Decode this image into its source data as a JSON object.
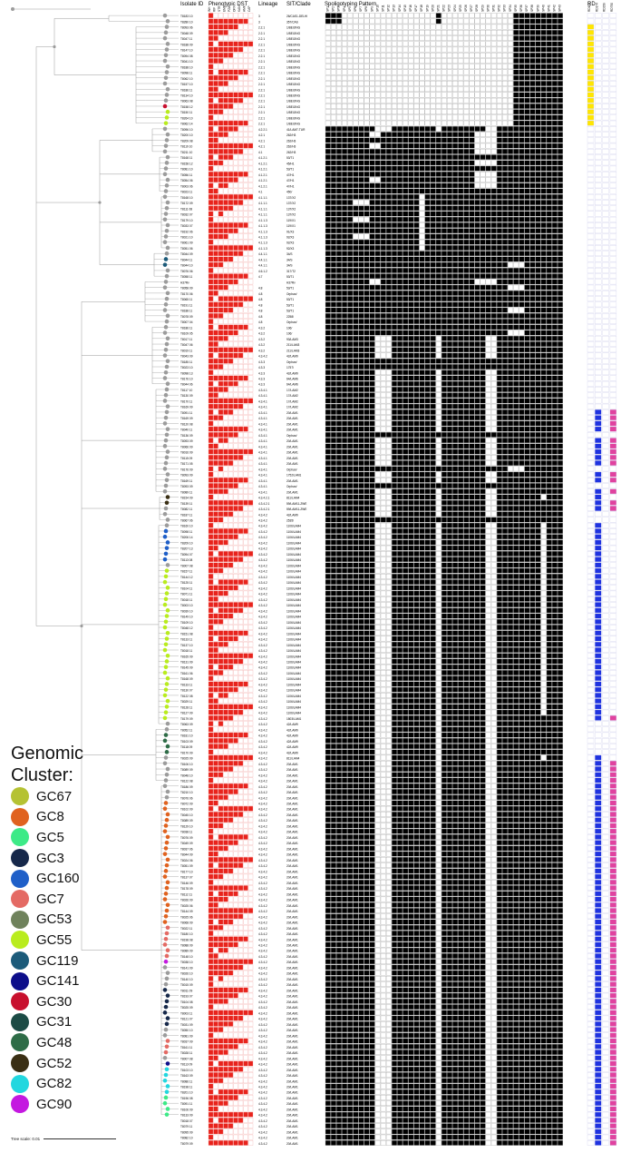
{
  "headers": {
    "isolate_id": "Isolate ID",
    "dst": "Phenotypic DST",
    "lineage": "Lineage",
    "sit": "SIT/Clade",
    "spoligo": "Spoligotyping Pattern",
    "rd": "RD"
  },
  "dst_drugs": [
    "INH",
    "RIF",
    "STR",
    "EMB",
    "PZA",
    "OFX",
    "KAN",
    "AMK",
    "CAP"
  ],
  "rd_columns": [
    "RD105",
    "RD174",
    "RD239",
    "RD750"
  ],
  "spacer_labels": [
    "SP1",
    "SP2",
    "SP3",
    "SP4",
    "SP5",
    "SP6",
    "SP7",
    "SP8",
    "SP9",
    "SP10",
    "SP11",
    "SP12",
    "SP13",
    "SP14",
    "SP15",
    "SP16",
    "SP17",
    "SP18",
    "SP19",
    "SP20",
    "SP21",
    "SP22",
    "SP23",
    "SP24",
    "SP25",
    "SP26",
    "SP27",
    "SP28",
    "SP29",
    "SP30",
    "SP31",
    "SP32",
    "SP33",
    "SP34",
    "SP35",
    "SP36",
    "SP37",
    "SP38",
    "SP39",
    "SP40",
    "SP41",
    "SP42",
    "SP43"
  ],
  "legend": {
    "title": "Genomic\nCluster:",
    "items": [
      {
        "label": "GC67",
        "color": "#b5c233"
      },
      {
        "label": "GC8",
        "color": "#e0621f"
      },
      {
        "label": "GC5",
        "color": "#3dea87"
      },
      {
        "label": "GC3",
        "color": "#16284a"
      },
      {
        "label": "GC160",
        "color": "#1f5fc8"
      },
      {
        "label": "GC7",
        "color": "#e46a64"
      },
      {
        "label": "GC53",
        "color": "#6f825c"
      },
      {
        "label": "GC55",
        "color": "#b9ec1e"
      },
      {
        "label": "GC119",
        "color": "#1c5b7a"
      },
      {
        "label": "GC141",
        "color": "#0d0e8a"
      },
      {
        "label": "GC30",
        "color": "#c8102e"
      },
      {
        "label": "GC31",
        "color": "#1c4b45"
      },
      {
        "label": "GC48",
        "color": "#2e6c47"
      },
      {
        "label": "GC52",
        "color": "#3a2f14"
      },
      {
        "label": "GC82",
        "color": "#22d7df"
      },
      {
        "label": "GC90",
        "color": "#c418e0"
      }
    ]
  },
  "tree_scale": "Tree scale: 0.01",
  "rows": [
    [
      "T8183 10",
      "3",
      "26/CAS1-DELHI"
    ],
    [
      "T8280 10",
      "3",
      "357/CAS"
    ],
    [
      "T8093 06",
      "2.2.1",
      "1/BEIJING"
    ],
    [
      "T8048 09",
      "2.2.1",
      "1/BEIJING"
    ],
    [
      "T8047 11",
      "2.2.1",
      "1/BEIJING"
    ],
    [
      "T8188 09",
      "2.2.1",
      "1/BEIJING"
    ],
    [
      "T8147 10",
      "2.2.1",
      "1/BEIJING"
    ],
    [
      "T8094 08",
      "2.2.1",
      "1/BEIJING"
    ],
    [
      "T8041 10",
      "2.2.1",
      "1/BEIJING"
    ],
    [
      "T8188 10",
      "2.2.1",
      "1/BEIJING"
    ],
    [
      "T8098 11",
      "2.2.1",
      "1/BEIJING"
    ],
    [
      "T8062 10",
      "2.2.1",
      "1/BEIJING"
    ],
    [
      "T8157 10",
      "2.2.1",
      "1/BEIJING"
    ],
    [
      "T8186 11",
      "2.2.1",
      "1/BEIJING"
    ],
    [
      "T8134 10",
      "2.2.1",
      "1/BEIJING"
    ],
    [
      "T8063 08",
      "2.2.1",
      "1/BEIJING"
    ],
    [
      "T8158 12",
      "2.2.1",
      "1/BEIJING"
    ],
    [
      "T8150 11",
      "2.2.1",
      "1/BEIJING"
    ],
    [
      "T8264 10",
      "2.2.1",
      "1/BEIJING"
    ],
    [
      "T8062 14",
      "2.2.1",
      "1/BEIJING"
    ],
    [
      "T8096 10",
      "4.2.2.1",
      "41/LAM7-TUR"
    ],
    [
      "T8200 10",
      "4.2.1",
      "262/H3"
    ],
    [
      "T8209 08",
      "4.2.1",
      "262/H3"
    ],
    [
      "T8119 10",
      "4.2.1",
      "262/H3"
    ],
    [
      "T8211 10",
      "4.1",
      "262/H3"
    ],
    [
      "T8168 11",
      "4.1.2.1",
      "53/T1"
    ],
    [
      "T8158 12",
      "4.1.2.1",
      "45/H1"
    ],
    [
      "T8081 10",
      "4.1.2.1",
      "53/T1"
    ],
    [
      "T8056 11",
      "4.1.2.1",
      "47/H1"
    ],
    [
      "T8054 06",
      "4.1.2.1",
      "47/H1"
    ],
    [
      "T8003 06",
      "4.1.2.1",
      "47/H1"
    ],
    [
      "T8023 11",
      "4.1",
      "450/"
    ],
    [
      "T8168 10",
      "4.1.1.1",
      "137/X2"
    ],
    [
      "T8172 09",
      "4.1.1.1",
      "137/X2"
    ],
    [
      "T8111 08",
      "4.1.1.1",
      "137/X2"
    ],
    [
      "T8032 07",
      "4.1.1.1",
      "137/X2"
    ],
    [
      "T8179 10",
      "4.1.1.3",
      "119/X1"
    ],
    [
      "T8033 07",
      "4.1.1.3",
      "119/X1"
    ],
    [
      "T8192 06",
      "4.1.1.3",
      "91/X3"
    ],
    [
      "T8021 10",
      "4.1.1.3",
      "92/X3"
    ],
    [
      "T8061 09",
      "4.1.1.3",
      "92/X3"
    ],
    [
      "T8051 06",
      "4.1.1.3",
      "92/X3"
    ],
    [
      "T8044 09",
      "4.4.1.1",
      "34/S"
    ],
    [
      "T8044 11",
      "4.4.1.1",
      "34/S"
    ],
    [
      "T8044 10",
      "4.4.1.1",
      "34/S"
    ],
    [
      "T8076 06",
      "4.6.1.2",
      "317/T2"
    ],
    [
      "T8058 11",
      "4.7",
      "53/T1"
    ],
    [
      "H37Rv",
      "",
      "H37Rv"
    ],
    [
      "T8058 09",
      "4.8",
      "53/T1"
    ],
    [
      "T8170 06",
      "4.8",
      "Orphan/"
    ],
    [
      "T8065 11",
      "4.8",
      "53/T1"
    ],
    [
      "T8191 11",
      "4.8",
      "53/T1"
    ],
    [
      "T8188 11",
      "4.8",
      "53/T1"
    ],
    [
      "T8078 09",
      "4.8",
      "2258/"
    ],
    [
      "T8007 04",
      "4.8",
      "Orphan/"
    ],
    [
      "T8186 11",
      "4.3.2",
      "106/"
    ],
    [
      "T8109 05",
      "4.3.2",
      "106/"
    ],
    [
      "T8017 11",
      "4.3.2",
      "93/LAM3"
    ],
    [
      "T8047 06",
      "4.3.2",
      "211/LAM3"
    ],
    [
      "T8019 11",
      "4.3.2",
      "211/LAM3"
    ],
    [
      "T8043 09",
      "4.3.4.2",
      "42/LAM9"
    ],
    [
      "T8185 11",
      "4.3.3",
      "Orphan/"
    ],
    [
      "T8023 10",
      "4.3.3",
      "1757/"
    ],
    [
      "T8098 13",
      "4.3.3",
      "42/LAM9"
    ],
    [
      "T8176 10",
      "4.3.3",
      "64/LAM6"
    ],
    [
      "T8044 06",
      "4.3.3",
      "64/LAM6"
    ],
    [
      "T8117 10",
      "4.3.4.1",
      "17/LAM2"
    ],
    [
      "T8130 09",
      "4.3.4.1",
      "17/LAM2"
    ],
    [
      "T8170 11",
      "4.3.4.1",
      "17/LAM2"
    ],
    [
      "T8169 09",
      "4.3.4.1",
      "17/LAM2"
    ],
    [
      "T8091 11",
      "4.3.4.1",
      "20/LAM1"
    ],
    [
      "T8169 09",
      "4.3.4.1",
      "20/LAM1"
    ],
    [
      "T8120 08",
      "4.3.4.1",
      "20/LAM1"
    ],
    [
      "T8040 11",
      "4.3.4.1",
      "20/LAM1"
    ],
    [
      "T8136 09",
      "4.3.4.1",
      "Orphan/"
    ],
    [
      "T8093 09",
      "4.3.4.1",
      "20/LAM1"
    ],
    [
      "T8066 09",
      "4.3.4.1",
      "20/LAM1"
    ],
    [
      "T8016 09",
      "4.3.4.1",
      "20/LAM1"
    ],
    [
      "T8115 09",
      "4.3.4.1",
      "20/LAM1"
    ],
    [
      "T8171 05",
      "4.3.4.1",
      "20/LAM1"
    ],
    [
      "T8176 09",
      "4.3.4.1",
      "Orphan/"
    ],
    [
      "T8093 09",
      "4.3.4.1",
      "1752/LAM1"
    ],
    [
      "T8169 11",
      "4.3.4.1",
      "20/LAM1"
    ],
    [
      "T8093 09",
      "4.3.4.1",
      "Orphan/"
    ],
    [
      "T8089 11",
      "4.3.4.1",
      "20/LAM1"
    ],
    [
      "T8154 09",
      "4.3.4.2.1",
      "811/LAM4"
    ],
    [
      "T8139 11",
      "4.3.4.2.1",
      "59/LAM11-ZWE"
    ],
    [
      "T8082 11",
      "4.3.4.2.1",
      "59/LAM11-ZWE"
    ],
    [
      "T8187 11",
      "4.3.4.2",
      "42/LAM9"
    ],
    [
      "T8067 06",
      "4.3.4.2",
      "2535/"
    ],
    [
      "T8160 10",
      "4.3.4.2",
      "1106/LAM4"
    ],
    [
      "T8098 11",
      "4.3.4.2",
      "1106/LAM4"
    ],
    [
      "T8206 14",
      "4.3.4.2",
      "1106/LAM4"
    ],
    [
      "T8209 10",
      "4.3.4.2",
      "1106/LAM4"
    ],
    [
      "T8207 13",
      "4.3.4.2",
      "1106/LAM4"
    ],
    [
      "T8094 07",
      "4.3.4.2",
      "1106/LAM4"
    ],
    [
      "T8113 08",
      "4.3.4.2",
      "1106/LAM4"
    ],
    [
      "T8007 08",
      "4.3.4.2",
      "1106/LAM4"
    ],
    [
      "T8157 11",
      "4.3.4.2",
      "1106/LAM4"
    ],
    [
      "T8144 12",
      "4.3.4.2",
      "1106/LAM4"
    ],
    [
      "T8125 11",
      "4.3.4.2",
      "1106/LAM4"
    ],
    [
      "T8104 11",
      "4.3.4.2",
      "1106/LAM4"
    ],
    [
      "T8071 11",
      "4.3.4.2",
      "1106/LAM4"
    ],
    [
      "T8018 11",
      "4.3.4.2",
      "1106/LAM4"
    ],
    [
      "T8003 10",
      "4.3.4.2",
      "1106/LAM4"
    ],
    [
      "T8039 10",
      "4.3.4.2",
      "1106/LAM4"
    ],
    [
      "T8149 10",
      "4.3.4.2",
      "1106/LAM4"
    ],
    [
      "T8109 10",
      "4.3.4.2",
      "1106/LAM4"
    ],
    [
      "T8048 12",
      "4.3.4.2",
      "1106/LAM4"
    ],
    [
      "T8151 08",
      "4.3.4.2",
      "1106/LAM4"
    ],
    [
      "T8133 11",
      "4.3.4.2",
      "1106/LAM4"
    ],
    [
      "T8137 10",
      "4.3.4.2",
      "1106/LAM4"
    ],
    [
      "T8018 11",
      "4.3.4.2",
      "1106/LAM4"
    ],
    [
      "T8165 09",
      "4.3.4.2",
      "1106/LAM4"
    ],
    [
      "T8131 09",
      "4.3.4.2",
      "1106/LAM4"
    ],
    [
      "T8145 09",
      "4.3.4.2",
      "1106/LAM4"
    ],
    [
      "T8161 06",
      "4.3.4.2",
      "1106/LAM4"
    ],
    [
      "T8168 09",
      "4.3.4.2",
      "1106/LAM4"
    ],
    [
      "T8133 11",
      "4.3.4.2",
      "1106/LAM4"
    ],
    [
      "T8130 07",
      "4.3.4.2",
      "1106/LAM4"
    ],
    [
      "T8122 08",
      "4.3.4.2",
      "1106/LAM4"
    ],
    [
      "T8029 11",
      "4.3.4.2",
      "1106/LAM4"
    ],
    [
      "T8128 11",
      "4.3.4.2",
      "1106/LAM4"
    ],
    [
      "T8127 09",
      "4.3.4.2",
      "1106/LAM4"
    ],
    [
      "T8179 09",
      "4.3.4.2",
      "1803/LAM1"
    ],
    [
      "T8063 09",
      "4.3.4.2",
      "42/LAM9"
    ],
    [
      "T8052 11",
      "4.3.4.2",
      "42/LAM9"
    ],
    [
      "T8181 10",
      "4.3.4.2",
      "42/LAM9"
    ],
    [
      "T8103 09",
      "4.3.4.2",
      "42/LAM9"
    ],
    [
      "T8118 09",
      "4.3.4.2",
      "42/LAM9"
    ],
    [
      "T8170 09",
      "4.3.4.2",
      "42/LAM9"
    ],
    [
      "T8025 09",
      "4.3.4.2",
      "811/LAM4"
    ],
    [
      "T8106 10",
      "4.3.4.2",
      "20/LAM1"
    ],
    [
      "T8089 09",
      "4.3.4.2",
      "20/LAM1"
    ],
    [
      "T8048 10",
      "4.3.4.2",
      "20/LAM1"
    ],
    [
      "T8122 08",
      "4.3.4.2",
      "20/LAM1"
    ],
    [
      "T8186 09",
      "4.3.4.2",
      "20/LAM1"
    ],
    [
      "T8210 10",
      "4.3.4.2",
      "20/LAM1"
    ],
    [
      "T8076 06",
      "4.3.4.2",
      "20/LAM1"
    ],
    [
      "T8072 09",
      "4.3.4.2",
      "20/LAM1"
    ],
    [
      "T8102 09",
      "4.3.4.2",
      "20/LAM1"
    ],
    [
      "T8045 10",
      "4.3.4.2",
      "20/LAM1"
    ],
    [
      "T8089 09",
      "4.3.4.2",
      "20/LAM1"
    ],
    [
      "T8129 10",
      "4.3.4.2",
      "20/LAM1"
    ],
    [
      "T8038 11",
      "4.3.4.2",
      "20/LAM1"
    ],
    [
      "T8076 09",
      "4.3.4.2",
      "20/LAM1"
    ],
    [
      "T8049 09",
      "4.3.4.2",
      "20/LAM1"
    ],
    [
      "T8037 06",
      "4.3.4.2",
      "20/LAM1"
    ],
    [
      "T8044 09",
      "4.3.4.2",
      "20/LAM1"
    ],
    [
      "T8024 06",
      "4.3.4.2",
      "20/LAM1"
    ],
    [
      "T8051 09",
      "4.3.4.2",
      "20/LAM1"
    ],
    [
      "T8177 10",
      "4.3.4.2",
      "20/LAM1"
    ],
    [
      "T8137 07",
      "4.3.4.2",
      "20/LAM1"
    ],
    [
      "T8146 09",
      "4.3.4.2",
      "20/LAM1"
    ],
    [
      "T8178 09",
      "4.3.4.2",
      "20/LAM1"
    ],
    [
      "T8112 11",
      "4.3.4.2",
      "20/LAM1"
    ],
    [
      "T8026 09",
      "4.3.4.2",
      "20/LAM1"
    ],
    [
      "T8025 06",
      "4.3.4.2",
      "20/LAM1"
    ],
    [
      "T8144 09",
      "4.3.4.2",
      "20/LAM1"
    ],
    [
      "T8025 06",
      "4.3.4.2",
      "20/LAM1"
    ],
    [
      "T8068 09",
      "4.3.4.2",
      "20/LAM1"
    ],
    [
      "T8022 11",
      "4.3.4.2",
      "20/LAM1"
    ],
    [
      "T8180 10",
      "4.3.4.2",
      "20/LAM1"
    ],
    [
      "T8198 08",
      "4.3.4.2",
      "20/LAM1"
    ],
    [
      "T8088 09",
      "4.3.4.2",
      "20/LAM1"
    ],
    [
      "T8089 09",
      "4.3.4.2",
      "20/LAM1"
    ],
    [
      "T8148 10",
      "4.3.4.2",
      "20/LAM1"
    ],
    [
      "T8038 10",
      "4.3.4.2",
      "20/LAM1"
    ],
    [
      "T8141 09",
      "4.3.4.2",
      "20/LAM1"
    ],
    [
      "T8026 10",
      "4.3.4.2",
      "20/LAM1"
    ],
    [
      "T8140 10",
      "4.3.4.2",
      "20/LAM1"
    ],
    [
      "T8015 09",
      "4.3.4.2",
      "20/LAM1"
    ],
    [
      "T8011 09",
      "4.3.4.2",
      "20/LAM1"
    ],
    [
      "T8193 07",
      "4.3.4.2",
      "20/LAM1"
    ],
    [
      "T8104 08",
      "4.3.4.2",
      "20/LAM1"
    ],
    [
      "T8025 09",
      "4.3.4.2",
      "20/LAM1"
    ],
    [
      "T8003 11",
      "4.3.4.2",
      "20/LAM1"
    ],
    [
      "T8121 07",
      "4.3.4.2",
      "20/LAM1"
    ],
    [
      "T8031 09",
      "4.3.4.2",
      "20/LAM1"
    ],
    [
      "T8050 10",
      "4.3.4.2",
      "20/LAM1"
    ],
    [
      "T8081 09",
      "4.3.4.2",
      "20/LAM1"
    ],
    [
      "T8037 09",
      "4.3.4.2",
      "20/LAM1"
    ],
    [
      "T8161 11",
      "4.3.4.2",
      "20/LAM1"
    ],
    [
      "T8028 11",
      "4.3.4.2",
      "20/LAM1"
    ],
    [
      "T8007 08",
      "4.3.4.2",
      "20/LAM1"
    ],
    [
      "T8113 09",
      "4.3.4.2",
      "20/LAM1"
    ],
    [
      "T8103 10",
      "4.3.4.2",
      "20/LAM1"
    ],
    [
      "T8163 09",
      "4.3.4.2",
      "20/LAM1"
    ],
    [
      "T8086 11",
      "4.3.4.2",
      "20/LAM1"
    ],
    [
      "T8198 11",
      "4.3.4.2",
      "20/LAM1"
    ],
    [
      "T8201 10",
      "4.3.4.2",
      "20/LAM1"
    ],
    [
      "T8196 08",
      "4.3.4.2",
      "20/LAM1"
    ],
    [
      "T8091 11",
      "4.3.4.2",
      "20/LAM1"
    ],
    [
      "T8106 09",
      "4.3.4.2",
      "20/LAM1"
    ],
    [
      "T8133 09",
      "4.3.4.2",
      "20/LAM1"
    ],
    [
      "T8018 07",
      "4.3.4.2",
      "20/LAM1"
    ],
    [
      "T8079 11",
      "4.3.4.2",
      "20/LAM1"
    ],
    [
      "T8095 09",
      "4.3.4.2",
      "20/LAM1"
    ],
    [
      "T8082 10",
      "4.3.4.2",
      "20/LAM1"
    ],
    [
      "T8079 09",
      "4.3.4.2",
      "20/LAM1"
    ]
  ]
}
